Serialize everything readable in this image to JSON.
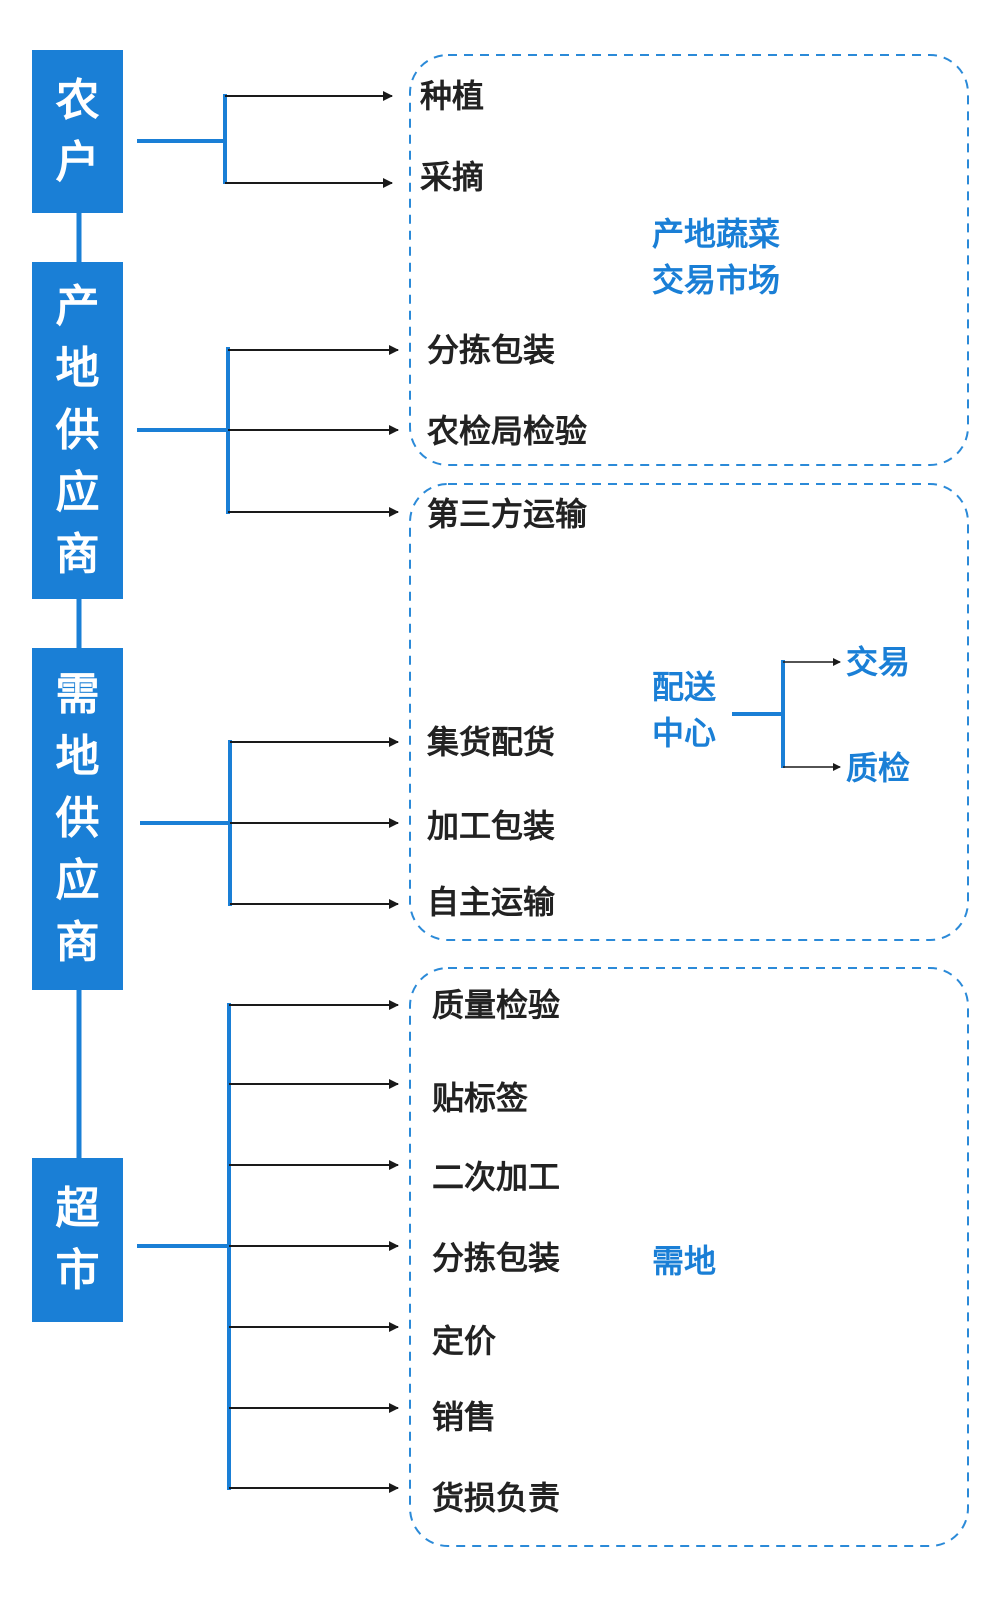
{
  "colors": {
    "accent": "#1a7fd6",
    "text": "#222222",
    "arrow": "#1a1a1a"
  },
  "actors": [
    {
      "id": "farmer",
      "label": "农户"
    },
    {
      "id": "origin-supplier",
      "label": "产地供应商"
    },
    {
      "id": "demand-supplier",
      "label": "需地供应商"
    },
    {
      "id": "supermarket",
      "label": "超市"
    }
  ],
  "steps": {
    "farmer": [
      "种植",
      "采摘"
    ],
    "origin_supplier": [
      "分拣包装",
      "农检局检验",
      "第三方运输"
    ],
    "demand_supplier": [
      "集货配货",
      "加工包装",
      "自主运输"
    ],
    "supermarket": [
      "质量检验",
      "贴标签",
      "二次加工",
      "分拣包装",
      "定价",
      "销售",
      "货损负责"
    ]
  },
  "zones": {
    "origin_market": "产地蔬菜\n交易市场",
    "distribution_center": "配送\n中心",
    "demand_area": "需地"
  },
  "distribution_branches": [
    "交易",
    "质检"
  ]
}
